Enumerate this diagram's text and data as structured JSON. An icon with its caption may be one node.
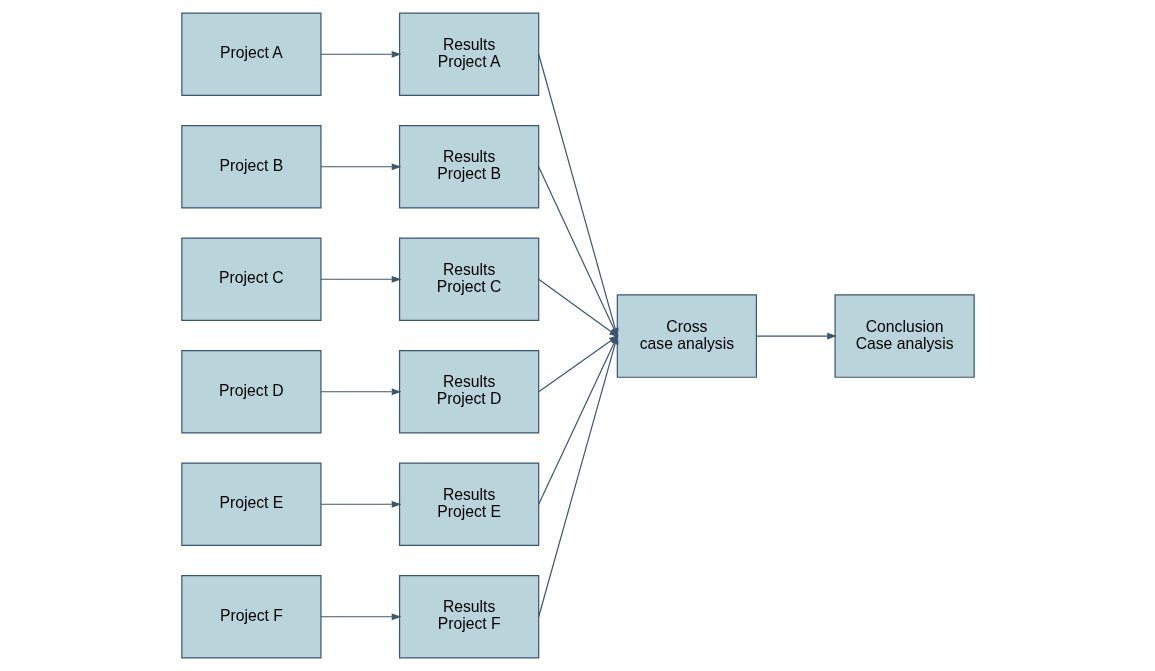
{
  "diagram": {
    "nodes": [
      {
        "text": [
          "Project A"
        ]
      },
      {
        "text": [
          "Project B"
        ]
      },
      {
        "text": [
          "Project C"
        ]
      },
      {
        "text": [
          "Project D"
        ]
      },
      {
        "text": [
          "Project E"
        ]
      },
      {
        "text": [
          "Project F"
        ]
      },
      {
        "text": [
          "Results Project A"
        ]
      },
      {
        "text": [
          "Results Project B"
        ]
      },
      {
        "text": [
          "Results Project C"
        ]
      },
      {
        "text": [
          "Results Project D"
        ]
      },
      {
        "text": [
          "Results Project E"
        ]
      },
      {
        "text": [
          "Results Project F"
        ]
      },
      {
        "text": [
          "Cross case analysis"
        ]
      },
      {
        "text": [
          "Conclusion Case analysis"
        ]
      }
    ],
    "edges": [
      {
        "from": 0,
        "to": 6,
        "arrow": "to"
      },
      {
        "from": 1,
        "to": 7,
        "arrow": "to"
      },
      {
        "from": 2,
        "to": 8,
        "arrow": "to"
      },
      {
        "from": 3,
        "to": 9,
        "arrow": "to"
      },
      {
        "from": 4,
        "to": 10,
        "arrow": "to"
      },
      {
        "from": 5,
        "to": 11,
        "arrow": "to"
      },
      {
        "from": 6,
        "to": 12,
        "arrow": "to"
      },
      {
        "from": 7,
        "to": 12,
        "arrow": "to"
      },
      {
        "from": 8,
        "to": 12,
        "arrow": "to"
      },
      {
        "from": 9,
        "to": 12,
        "arrow": "to"
      },
      {
        "from": 10,
        "to": 12,
        "arrow": "to"
      },
      {
        "from": 11,
        "to": 12,
        "arrow": "to"
      },
      {
        "from": 12,
        "to": 13,
        "arrow": "to"
      }
    ]
  }
}
